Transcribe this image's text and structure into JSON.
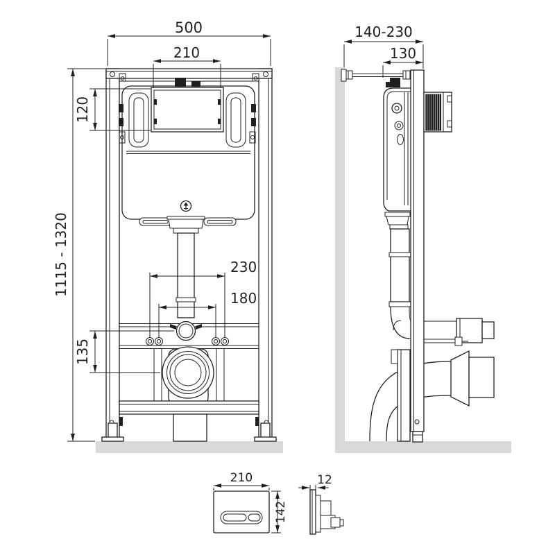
{
  "front_view": {
    "overall_width": "500",
    "access_window_width": "210",
    "access_window_height": "120",
    "overall_height_range": "1115 - 1320",
    "fixing_stud_spacing_wide": "230",
    "fixing_stud_spacing_narrow": "180",
    "outlet_vertical_offset": "135"
  },
  "side_view": {
    "mounting_depth_range": "140-230",
    "frame_depth": "130"
  },
  "flush_plate": {
    "width": "210",
    "height": "142",
    "thickness": "12"
  },
  "colors": {
    "line": "#1f1f1f",
    "surface": "#d9d9d9",
    "background": "#ffffff"
  }
}
